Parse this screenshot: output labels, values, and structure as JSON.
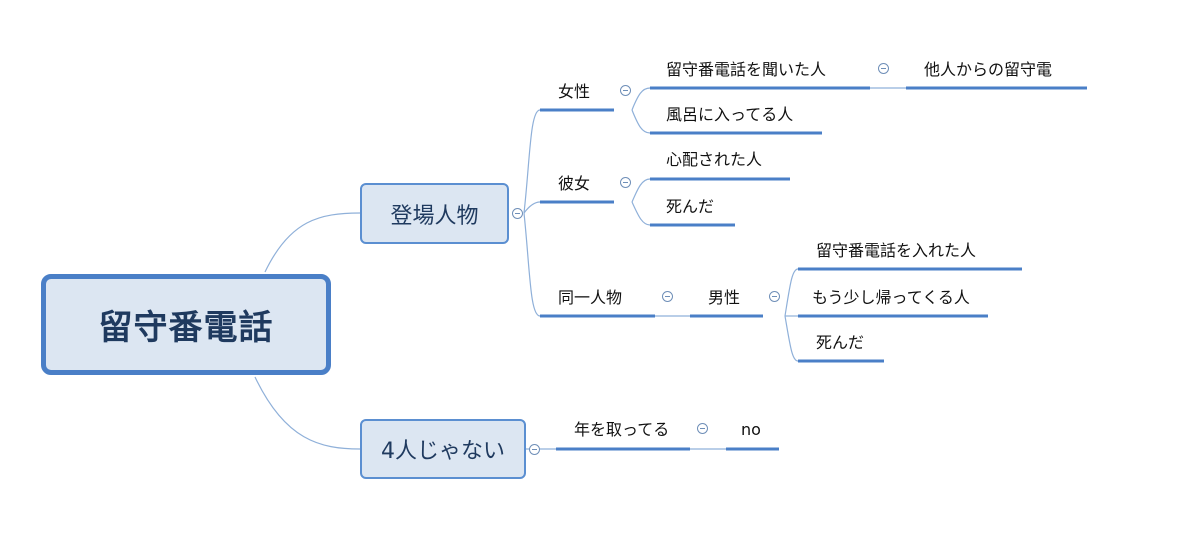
{
  "root": {
    "label": "留守番電話"
  },
  "branches": {
    "characters": {
      "label": "登場人物",
      "female": {
        "label": "女性",
        "heard": {
          "label": "留守番電話を聞いた人",
          "child": "他人からの留守電"
        },
        "bath": {
          "label": "風呂に入ってる人"
        }
      },
      "girlfriend": {
        "label": "彼女",
        "worried": {
          "label": "心配された人"
        },
        "died": {
          "label": "死んだ"
        }
      },
      "same_person": {
        "label": "同一人物",
        "male": {
          "label": "男性",
          "left_message": {
            "label": "留守番電話を入れた人"
          },
          "coming_home": {
            "label": "もう少し帰ってくる人"
          },
          "died": {
            "label": "死んだ"
          }
        }
      }
    },
    "not_four": {
      "label": "4人じゃない",
      "old": {
        "label": "年を取ってる",
        "child": "no"
      }
    }
  },
  "colors": {
    "node_fill": "#dce6f2",
    "node_border": "#5b8fd1",
    "connector": "#8fb0d9",
    "underline": "#4a7fc7"
  }
}
